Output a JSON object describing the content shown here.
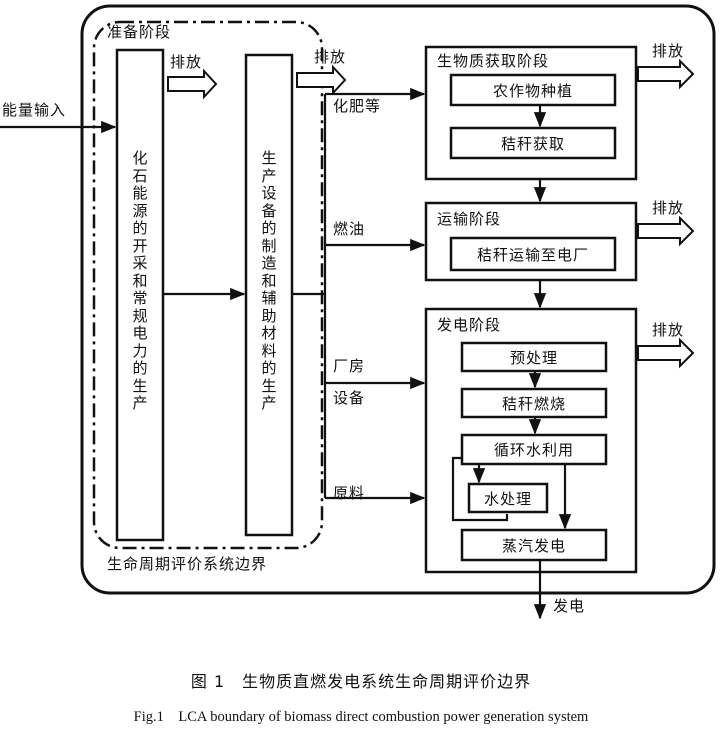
{
  "labels": {
    "prep_stage": "准备阶段",
    "energy_input": "能量输入",
    "emission_1": "排放",
    "emission_2": "排放",
    "emission_3": "排放",
    "emission_4": "排放",
    "emission_5": "排放",
    "fertilizer": "化肥等",
    "fuel": "燃油",
    "plant_1": "厂房",
    "plant_2": "设备",
    "raw": "原料",
    "lca_boundary": "生命周期评价系统边界",
    "output": "发电"
  },
  "boxes": {
    "fossil": "化石能源的开采和常规电力的生产",
    "equipment": "生产设备的制造和辅助材料的生产",
    "biomass_stage": "生物质获取阶段",
    "crop": "农作物种植",
    "straw_get": "秸秆获取",
    "transport_stage": "运输阶段",
    "straw_transport": "秸秆运输至电厂",
    "power_stage": "发电阶段",
    "pretreat": "预处理",
    "burn": "秸秆燃烧",
    "water_cycle": "循环水利用",
    "water_treat": "水处理",
    "steam": "蒸汽发电"
  },
  "caption": {
    "zh": "图 1　生物质直燃发电系统生命周期评价边界",
    "en": "Fig.1　LCA boundary of biomass direct combustion power generation system"
  }
}
